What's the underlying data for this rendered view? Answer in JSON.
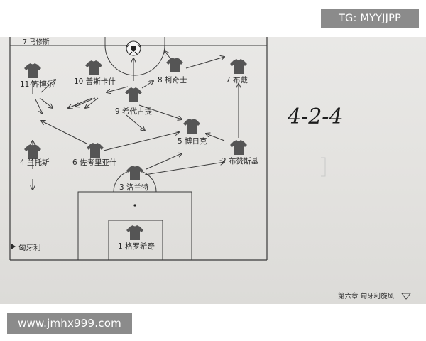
{
  "watermarks": {
    "top": "TG: MYYJJPP",
    "bottom": "www.jmhx999.com"
  },
  "formation": {
    "handwritten": "4-2-4",
    "team": "匈牙利",
    "page_footer": "第六章 匈牙利旋风"
  },
  "top_label": "7 马修斯",
  "players": [
    {
      "label": "11 齐博尔",
      "role": "left-forward"
    },
    {
      "label": "10 普斯卡什",
      "role": "inside-left"
    },
    {
      "label": "8 柯奇士",
      "role": "inside-right"
    },
    {
      "label": "7 布戴",
      "role": "right-forward"
    },
    {
      "label": "9 希代古提",
      "role": "centre-forward"
    },
    {
      "label": "5 博日克",
      "role": "right-half"
    },
    {
      "label": "4 兰托斯",
      "role": "left-back"
    },
    {
      "label": "6 佐考里亚什",
      "role": "left-half"
    },
    {
      "label": "2 布赞斯基",
      "role": "right-back"
    },
    {
      "label": "3 洛兰特",
      "role": "centre-back"
    },
    {
      "label": "1 格罗希奇",
      "role": "goalkeeper"
    }
  ],
  "icons": {
    "ball": "football-icon",
    "shirt": "shirt-icon",
    "team_marker": "triangle-marker-icon"
  }
}
